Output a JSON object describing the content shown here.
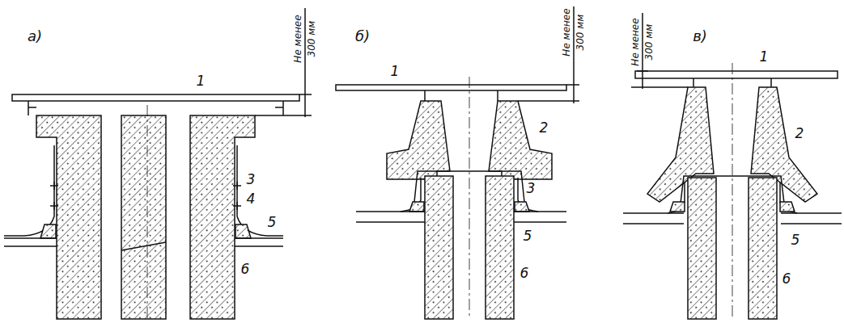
{
  "diagram": {
    "labels": [
      "а)",
      "Не менее 300 мм",
      "1",
      "3",
      "4",
      "5",
      "6",
      "б)",
      "Не менее 300 мм",
      "1",
      "2",
      "3",
      "5",
      "6",
      "в)",
      "Не менее 300 мм",
      "1",
      "2",
      "5",
      "6"
    ]
  }
}
